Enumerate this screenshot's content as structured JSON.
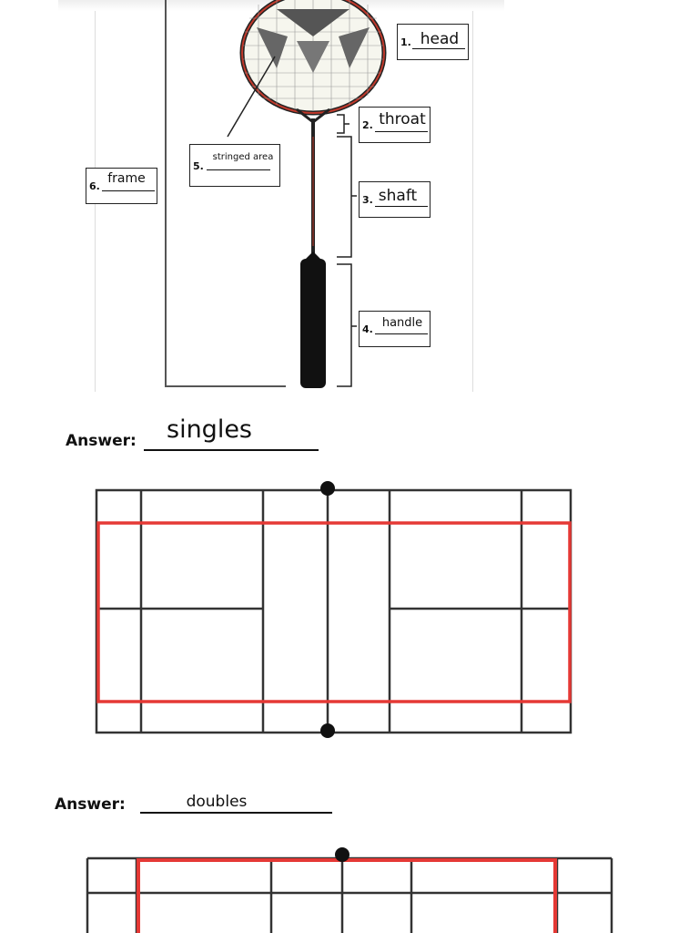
{
  "racket": {
    "labels": [
      {
        "num": "1.",
        "text": "head"
      },
      {
        "num": "2.",
        "text": "throat"
      },
      {
        "num": "3.",
        "text": "shaft"
      },
      {
        "num": "4.",
        "text": "handle"
      },
      {
        "num": "5.",
        "text": "stringed area"
      },
      {
        "num": "6.",
        "text": "frame"
      }
    ]
  },
  "answers": [
    {
      "label": "Answer:",
      "value": "singles"
    },
    {
      "label": "Answer:",
      "value": "doubles"
    }
  ],
  "colors": {
    "highlight": "#e53935",
    "line": "#222222"
  }
}
